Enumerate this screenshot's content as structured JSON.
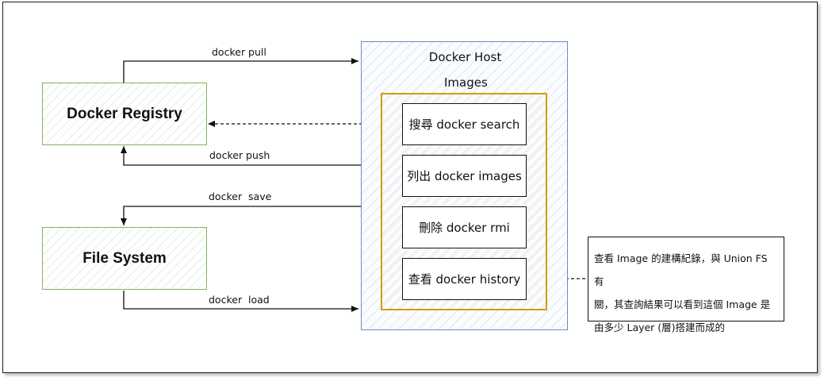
{
  "diagram": {
    "docker_registry": "Docker Registry",
    "file_system": "File System",
    "docker_host": "Docker Host",
    "images": "Images",
    "commands": {
      "search": "搜尋 docker search",
      "list": "列出 docker images",
      "remove": "刪除 docker rmi",
      "history": "查看 docker history"
    },
    "edges": {
      "pull": "docker pull",
      "push": "docker push",
      "save": "docker  save",
      "load": "docker  load"
    },
    "note": [
      "查看 Image 的建構紀錄，與 Union FS 有",
      "關，其查詢結果可以看到這個 Image 是",
      "由多少 Layer (層)搭建而成的"
    ]
  }
}
